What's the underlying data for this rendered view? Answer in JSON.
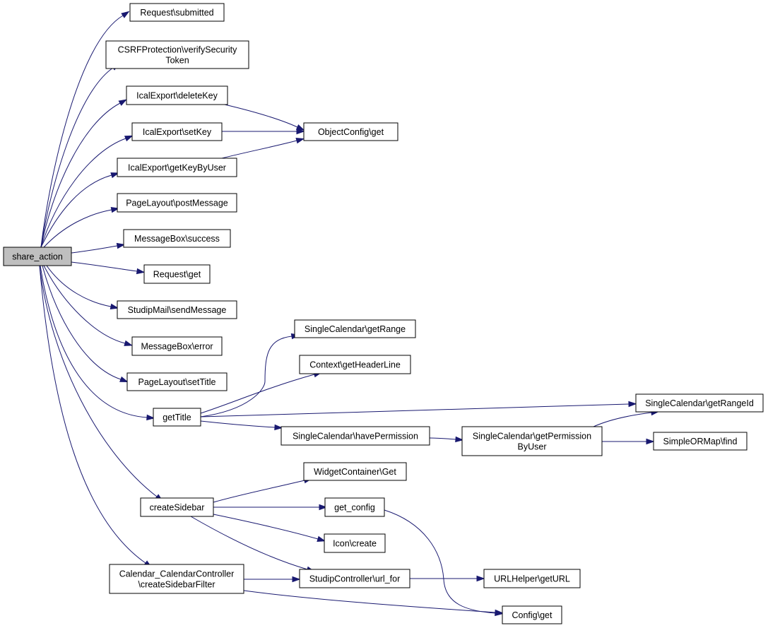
{
  "nodes": [
    {
      "id": "share_action",
      "lines": [
        "share_action"
      ],
      "root": true
    },
    {
      "id": "req_submitted",
      "lines": [
        "Request\\submitted"
      ]
    },
    {
      "id": "csrf",
      "lines": [
        "CSRFProtection\\verifySecurity",
        "Token"
      ]
    },
    {
      "id": "ical_delete",
      "lines": [
        "IcalExport\\deleteKey"
      ]
    },
    {
      "id": "ical_set",
      "lines": [
        "IcalExport\\setKey"
      ]
    },
    {
      "id": "ical_getkey",
      "lines": [
        "IcalExport\\getKeyByUser"
      ]
    },
    {
      "id": "objcfg_get",
      "lines": [
        "ObjectConfig\\get"
      ]
    },
    {
      "id": "pl_post",
      "lines": [
        "PageLayout\\postMessage"
      ]
    },
    {
      "id": "mb_success",
      "lines": [
        "MessageBox\\success"
      ]
    },
    {
      "id": "req_get",
      "lines": [
        "Request\\get"
      ]
    },
    {
      "id": "stud_mail",
      "lines": [
        "StudipMail\\sendMessage"
      ]
    },
    {
      "id": "mb_error",
      "lines": [
        "MessageBox\\error"
      ]
    },
    {
      "id": "pl_settitle",
      "lines": [
        "PageLayout\\setTitle"
      ]
    },
    {
      "id": "gettitle",
      "lines": [
        "getTitle"
      ]
    },
    {
      "id": "sc_range",
      "lines": [
        "SingleCalendar\\getRange"
      ]
    },
    {
      "id": "ctx_header",
      "lines": [
        "Context\\getHeaderLine"
      ]
    },
    {
      "id": "sc_rangeid",
      "lines": [
        "SingleCalendar\\getRangeId"
      ]
    },
    {
      "id": "sc_haveperm",
      "lines": [
        "SingleCalendar\\havePermission"
      ]
    },
    {
      "id": "sc_getperm",
      "lines": [
        "SingleCalendar\\getPermission",
        "ByUser"
      ]
    },
    {
      "id": "orm_find",
      "lines": [
        "SimpleORMap\\find"
      ]
    },
    {
      "id": "createsidebar",
      "lines": [
        "createSidebar"
      ]
    },
    {
      "id": "wc_get",
      "lines": [
        "WidgetContainer\\Get"
      ]
    },
    {
      "id": "get_config",
      "lines": [
        "get_config"
      ]
    },
    {
      "id": "icon_create",
      "lines": [
        "Icon\\create"
      ]
    },
    {
      "id": "cal_filter",
      "lines": [
        "Calendar_CalendarController",
        "\\createSidebarFilter"
      ]
    },
    {
      "id": "sc_urlfor",
      "lines": [
        "StudipController\\url_for"
      ]
    },
    {
      "id": "url_geturl",
      "lines": [
        "URLHelper\\getURL"
      ]
    },
    {
      "id": "config_get",
      "lines": [
        "Config\\get"
      ]
    }
  ],
  "edges": [
    [
      "share_action",
      "req_submitted"
    ],
    [
      "share_action",
      "csrf"
    ],
    [
      "share_action",
      "ical_delete"
    ],
    [
      "share_action",
      "ical_set"
    ],
    [
      "share_action",
      "ical_getkey"
    ],
    [
      "share_action",
      "pl_post"
    ],
    [
      "share_action",
      "mb_success"
    ],
    [
      "share_action",
      "req_get"
    ],
    [
      "share_action",
      "stud_mail"
    ],
    [
      "share_action",
      "mb_error"
    ],
    [
      "share_action",
      "pl_settitle"
    ],
    [
      "share_action",
      "gettitle"
    ],
    [
      "share_action",
      "createsidebar"
    ],
    [
      "share_action",
      "cal_filter"
    ],
    [
      "ical_delete",
      "objcfg_get"
    ],
    [
      "ical_set",
      "objcfg_get"
    ],
    [
      "ical_getkey",
      "objcfg_get"
    ],
    [
      "gettitle",
      "sc_range"
    ],
    [
      "gettitle",
      "ctx_header"
    ],
    [
      "gettitle",
      "sc_rangeid"
    ],
    [
      "gettitle",
      "sc_haveperm"
    ],
    [
      "sc_haveperm",
      "sc_getperm"
    ],
    [
      "sc_getperm",
      "sc_rangeid"
    ],
    [
      "sc_getperm",
      "orm_find"
    ],
    [
      "createsidebar",
      "wc_get"
    ],
    [
      "createsidebar",
      "get_config"
    ],
    [
      "createsidebar",
      "icon_create"
    ],
    [
      "createsidebar",
      "sc_urlfor"
    ],
    [
      "get_config",
      "config_get"
    ],
    [
      "cal_filter",
      "sc_urlfor"
    ],
    [
      "cal_filter",
      "config_get"
    ],
    [
      "sc_urlfor",
      "url_geturl"
    ]
  ]
}
